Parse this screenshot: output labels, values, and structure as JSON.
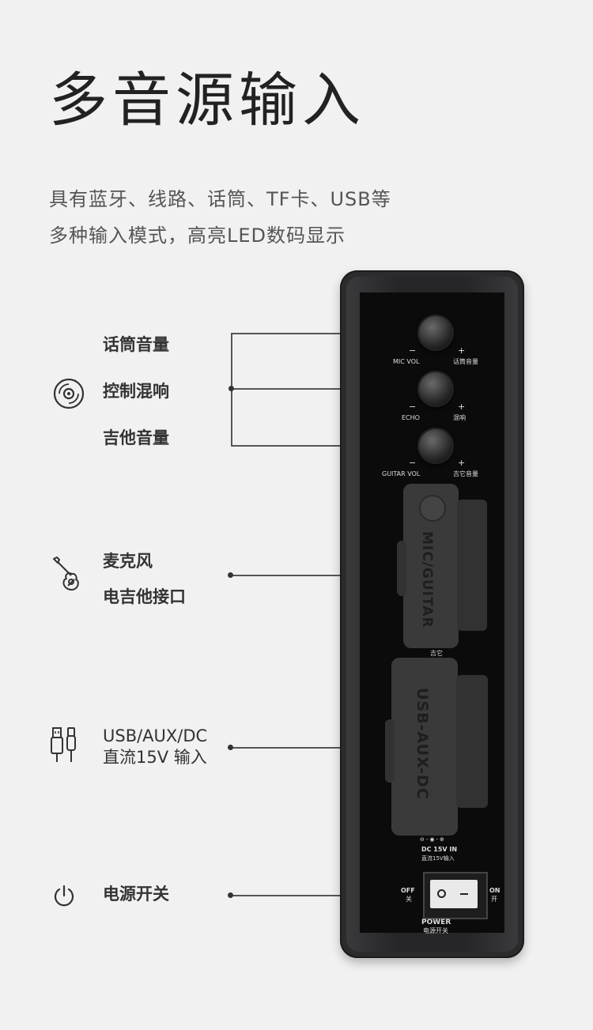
{
  "title": "多音源输入",
  "subtitle_lines": [
    "具有蓝牙、线路、话筒、TF卡、USB等",
    "多种输入模式，高亮LED数码显示"
  ],
  "features": {
    "knobs": {
      "icon": "disc-icon",
      "labels": [
        "话筒音量",
        "控制混响",
        "吉他音量"
      ]
    },
    "mic_guitar": {
      "icon": "guitar-icon",
      "labels": [
        "麦克风",
        "电吉他接口"
      ]
    },
    "usb": {
      "icon": "usb-cable-icon",
      "labels": [
        "USB/AUX/DC",
        "直流15V 输入"
      ]
    },
    "power": {
      "icon": "power-icon",
      "labels": [
        "电源开关"
      ]
    }
  },
  "device": {
    "knob1": {
      "en": "MIC VOL",
      "cn": "话筒音量"
    },
    "knob2": {
      "en": "ECHO",
      "cn": "混响"
    },
    "knob3": {
      "en": "GUITAR VOL",
      "cn": "吉它音量"
    },
    "minus": "−",
    "plus": "+",
    "jack1_text": "MIC/GUITAR",
    "jack1_sub": "吉它",
    "jack2_text": "USB-AUX-DC",
    "dc_label": "DC 15V IN",
    "dc_cn": "直流15V输入",
    "off": "OFF",
    "off_cn": "关",
    "on": "ON",
    "on_cn": "开",
    "power": "POWER",
    "power_cn": "电源开关"
  }
}
